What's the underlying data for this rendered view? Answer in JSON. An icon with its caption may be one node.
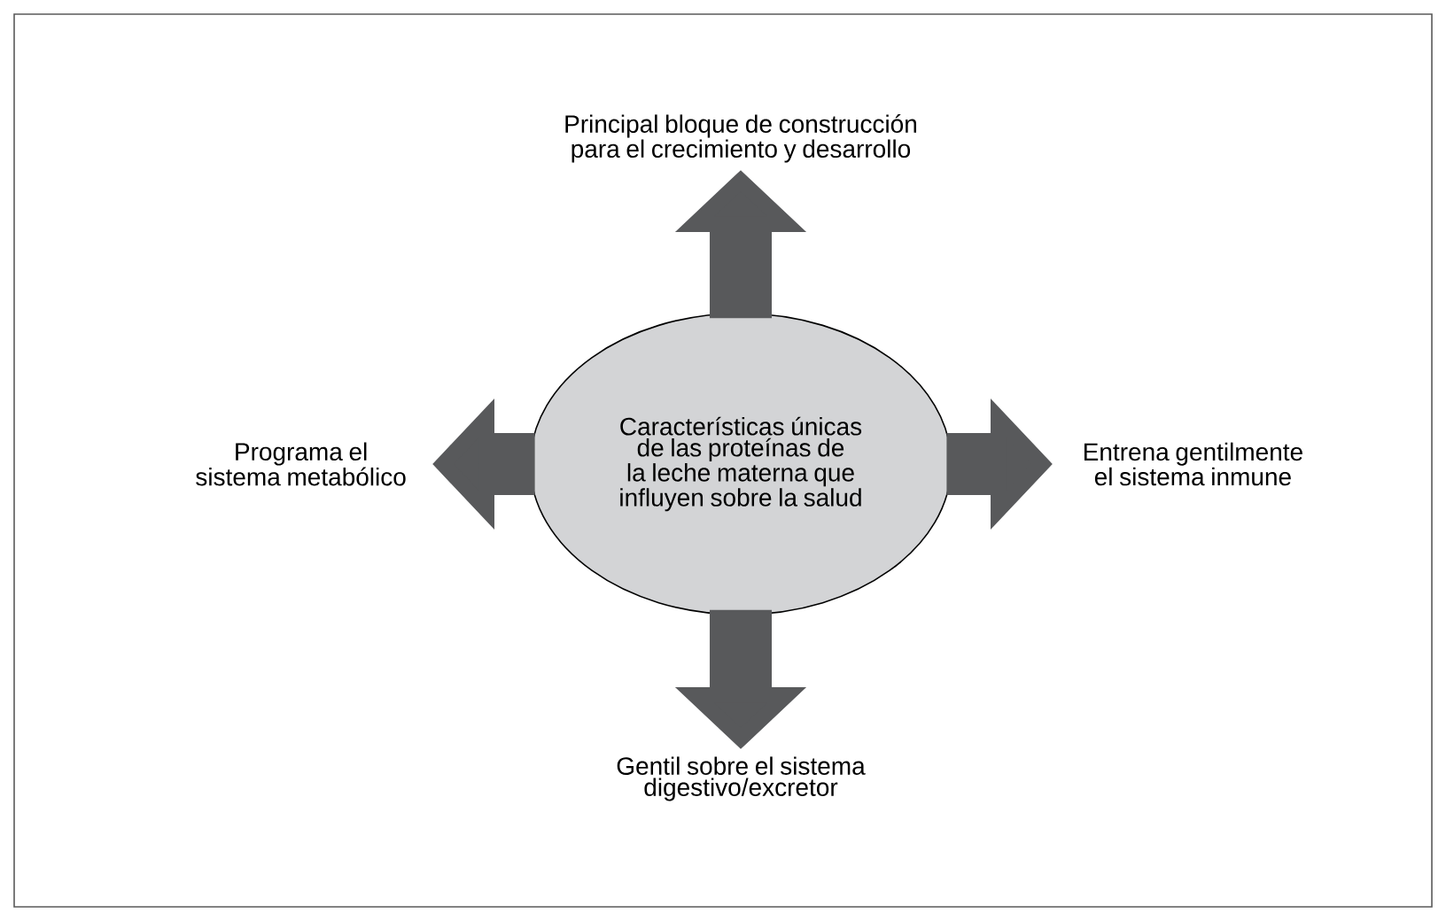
{
  "diagram": {
    "nodes": [
      {
        "text": [
          "Características únicas de las proteínas de la leche materna que influyen sobre la salud"
        ]
      },
      {
        "text": [
          "Principal bloque de construcción para el crecimiento y desarrollo"
        ]
      },
      {
        "text": [
          "Programa el sistema metabólico"
        ]
      },
      {
        "text": [
          "Entrena gentilmente el sistema inmune"
        ]
      },
      {
        "text": [
          "Gentil sobre el sistema digestivo/excretor"
        ]
      }
    ],
    "edges": [
      {
        "from": 0,
        "to": 1,
        "arrow": "to"
      },
      {
        "from": 0,
        "to": 2,
        "arrow": "to"
      },
      {
        "from": 0,
        "to": 3,
        "arrow": "to"
      },
      {
        "from": 0,
        "to": 4,
        "arrow": "to"
      }
    ]
  }
}
